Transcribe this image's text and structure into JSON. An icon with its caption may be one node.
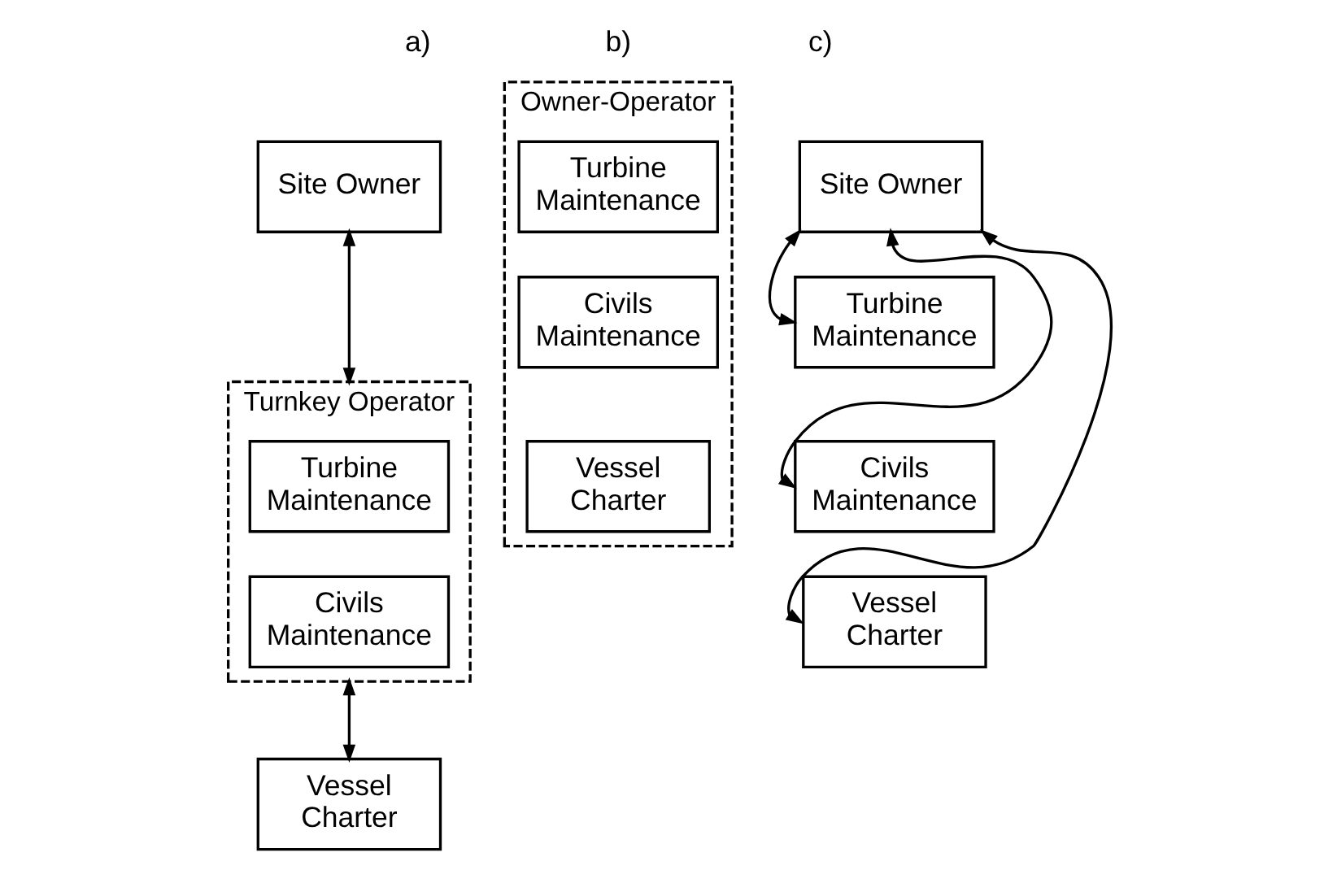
{
  "diagram": {
    "nodes": [
      {
        "text": [
          "Site Owner"
        ]
      },
      {
        "text": [
          "Turnkey Operator"
        ]
      },
      {
        "text": [
          "Turbine Maintenance"
        ],
        "in": 1
      },
      {
        "text": [
          "Civils Maintenance"
        ],
        "in": 1
      },
      {
        "text": [
          "Vessel Charter"
        ]
      },
      {
        "text": [
          "Owner-Operator"
        ]
      },
      {
        "text": [
          "Turbine Maintenance"
        ],
        "in": 5
      },
      {
        "text": [
          "Civils Maintenance"
        ],
        "in": 5
      },
      {
        "text": [
          "Vessel Charter"
        ],
        "in": 5
      },
      {
        "text": [
          "Site Owner"
        ]
      },
      {
        "text": [
          "Turbine Maintenance"
        ]
      },
      {
        "text": [
          "Civils Maintenance"
        ]
      },
      {
        "text": [
          "Vessel Charter"
        ]
      }
    ],
    "edges": [
      {
        "from": 0,
        "to": 1,
        "arrow": "both"
      },
      {
        "from": 1,
        "to": 4,
        "arrow": "both"
      },
      {
        "from": 9,
        "to": 10,
        "arrow": "both"
      },
      {
        "from": 9,
        "to": 11,
        "arrow": "both"
      },
      {
        "from": 9,
        "to": 12,
        "arrow": "both"
      }
    ],
    "labels": [
      "a)",
      "b)",
      "c)"
    ]
  }
}
